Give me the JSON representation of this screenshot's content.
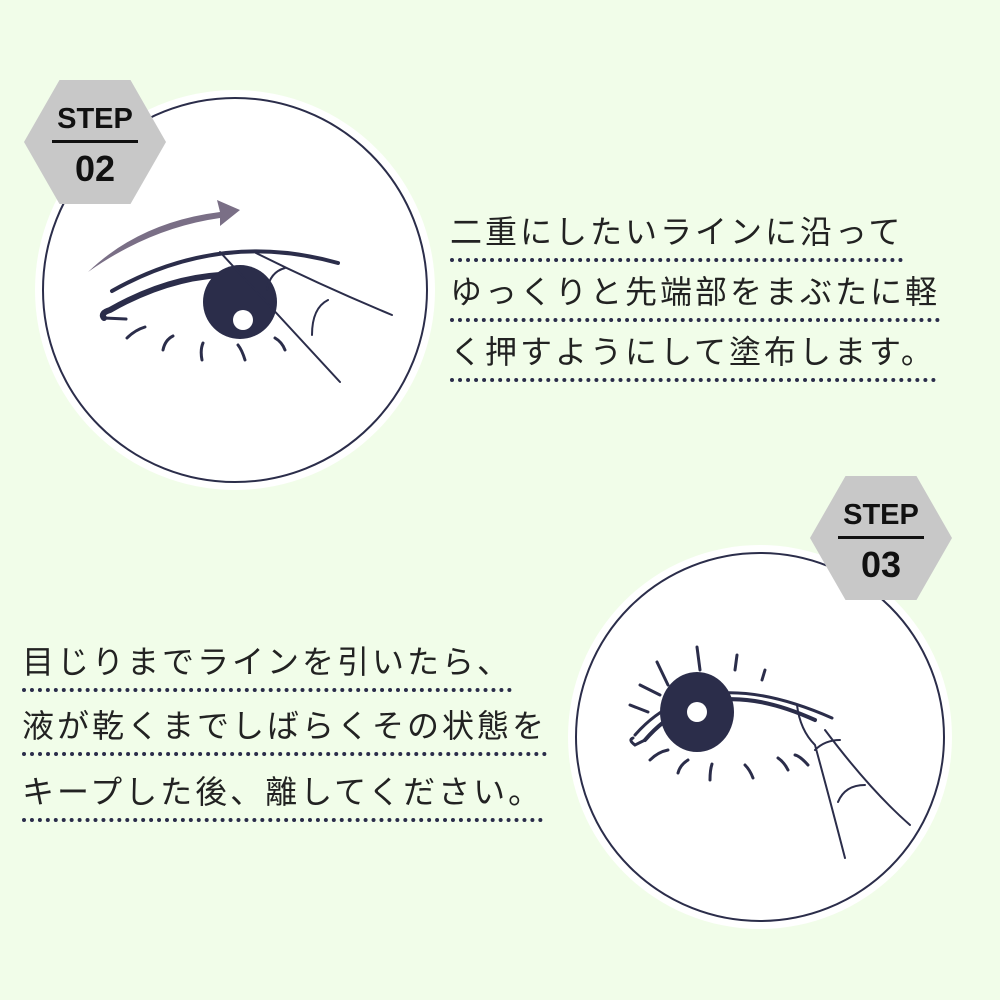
{
  "step2": {
    "label": "STEP",
    "number": "02",
    "lines": [
      "二重にしたいラインに沿って",
      "ゆっくりと先端部をまぶたに軽",
      "く押すようにして塗布します。"
    ]
  },
  "step3": {
    "label": "STEP",
    "number": "03",
    "lines": [
      "目じりまでラインを引いたら、",
      "液が乾くまでしばらくその状態を",
      "キープした後、離してください。"
    ]
  },
  "colors": {
    "background": "#f1fde9",
    "ink": "#2b2d4a",
    "badge": "#c8c8c8",
    "arrow": "#7a6f86"
  }
}
